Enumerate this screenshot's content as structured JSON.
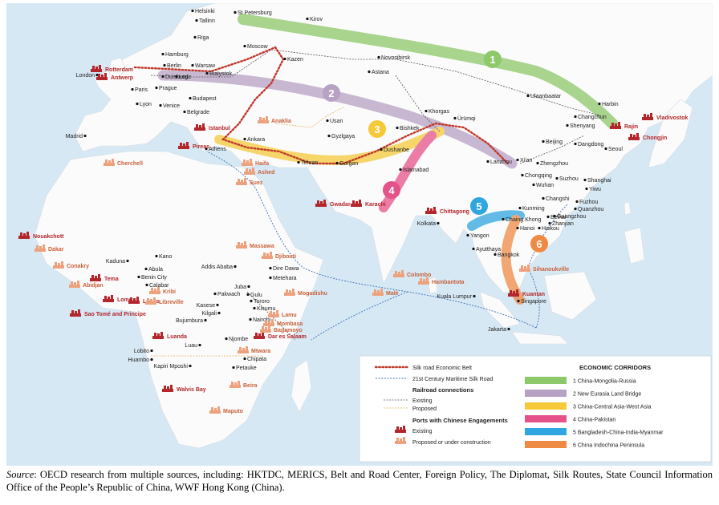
{
  "corridor_numbers": [
    "1",
    "2",
    "3",
    "4",
    "5",
    "6"
  ],
  "corridor_colors": [
    "#8dc86a",
    "#b7a1c4",
    "#f5c93a",
    "#e5528a",
    "#2fa6df",
    "#ef8a45"
  ],
  "cities": [
    {
      "name": "Helsinki"
    },
    {
      "name": "St Petersburg"
    },
    {
      "name": "Tallinn"
    },
    {
      "name": "Kirov"
    },
    {
      "name": "Riga"
    },
    {
      "name": "Moscow"
    },
    {
      "name": "Kazen"
    },
    {
      "name": "Novosibirsk"
    },
    {
      "name": "Hamburg"
    },
    {
      "name": "Berlin"
    },
    {
      "name": "Warsaw"
    },
    {
      "name": "London"
    },
    {
      "name": "Duisburg"
    },
    {
      "name": "Lodz"
    },
    {
      "name": "Bialystok"
    },
    {
      "name": "Paris"
    },
    {
      "name": "Prague"
    },
    {
      "name": "Astana"
    },
    {
      "name": "Lyon"
    },
    {
      "name": "Venice"
    },
    {
      "name": "Budapest"
    },
    {
      "name": "Belgrade"
    },
    {
      "name": "Ulaanbaatar"
    },
    {
      "name": "Harbin"
    },
    {
      "name": "Madrid"
    },
    {
      "name": "Usan"
    },
    {
      "name": "Khorgas"
    },
    {
      "name": "Ürümqi"
    },
    {
      "name": "Changchun"
    },
    {
      "name": "Shenyang"
    },
    {
      "name": "Beijing"
    },
    {
      "name": "Dangdong"
    },
    {
      "name": "Seoul"
    },
    {
      "name": "Ankara"
    },
    {
      "name": "Gyzlgaya"
    },
    {
      "name": "Bishkek"
    },
    {
      "name": "Athens"
    },
    {
      "name": "Dushanbe"
    },
    {
      "name": "Tehran"
    },
    {
      "name": "Gorgan"
    },
    {
      "name": "Xi'an"
    },
    {
      "name": "Lanzhou"
    },
    {
      "name": "Zhengzhou"
    },
    {
      "name": "Islamabad"
    },
    {
      "name": "Chongqing"
    },
    {
      "name": "Suzhou"
    },
    {
      "name": "Shanghai"
    },
    {
      "name": "Wuhan"
    },
    {
      "name": "Yiwu"
    },
    {
      "name": "Changshi"
    },
    {
      "name": "Fuzhou"
    },
    {
      "name": "Kunming"
    },
    {
      "name": "Quanzhou"
    },
    {
      "name": "Guangzhou"
    },
    {
      "name": "Beihai"
    },
    {
      "name": "Zhanjian"
    },
    {
      "name": "Kolkata"
    },
    {
      "name": "Chaing Khong"
    },
    {
      "name": "Hanoi"
    },
    {
      "name": "Haikou"
    },
    {
      "name": "Yangon"
    },
    {
      "name": "Ayutthaya"
    },
    {
      "name": "Bangkok"
    },
    {
      "name": "Kano"
    },
    {
      "name": "Kaduna"
    },
    {
      "name": "Abula"
    },
    {
      "name": "Benin City"
    },
    {
      "name": "Calabar"
    },
    {
      "name": "Addis Ababa"
    },
    {
      "name": "Dire Dawa"
    },
    {
      "name": "Metehara"
    },
    {
      "name": "Juba"
    },
    {
      "name": "Pakwach"
    },
    {
      "name": "Gulu"
    },
    {
      "name": "Tororo"
    },
    {
      "name": "Kasese"
    },
    {
      "name": "Kisumu"
    },
    {
      "name": "Kilgali"
    },
    {
      "name": "Bujumbura"
    },
    {
      "name": "Nairobi"
    },
    {
      "name": "Kuala Lumpur"
    },
    {
      "name": "Singapore"
    },
    {
      "name": "Jakarta"
    },
    {
      "name": "Njombe"
    },
    {
      "name": "Luau"
    },
    {
      "name": "Lobito"
    },
    {
      "name": "Huambo"
    },
    {
      "name": "Kapiri Mposhi"
    },
    {
      "name": "Chipata"
    },
    {
      "name": "Petauke"
    }
  ],
  "ports_existing": [
    {
      "name": "Rotterdam"
    },
    {
      "name": "Antwerp"
    },
    {
      "name": "Istanbul"
    },
    {
      "name": "Pireas"
    },
    {
      "name": "Vladivostok"
    },
    {
      "name": "Rajin"
    },
    {
      "name": "Chongjin"
    },
    {
      "name": "Gwadar"
    },
    {
      "name": "Karachi"
    },
    {
      "name": "Chittagong"
    },
    {
      "name": "Kuantan"
    },
    {
      "name": "Nouakchott"
    },
    {
      "name": "Tema"
    },
    {
      "name": "Lome"
    },
    {
      "name": "Lagos"
    },
    {
      "name": "Sao Tomé and Principe"
    },
    {
      "name": "Luanda"
    },
    {
      "name": "Walvis Bay"
    },
    {
      "name": "Dar es Salaam"
    }
  ],
  "ports_proposed": [
    {
      "name": "Anaklia"
    },
    {
      "name": "Haifa"
    },
    {
      "name": "Ashed"
    },
    {
      "name": "Suez"
    },
    {
      "name": "Cherchell"
    },
    {
      "name": "Dakar"
    },
    {
      "name": "Conakry"
    },
    {
      "name": "Abidjan"
    },
    {
      "name": "Kribi"
    },
    {
      "name": "Libreville"
    },
    {
      "name": "Massawa"
    },
    {
      "name": "Djibouti"
    },
    {
      "name": "Colombo"
    },
    {
      "name": "Hambantota"
    },
    {
      "name": "Malé"
    },
    {
      "name": "Mogadishu"
    },
    {
      "name": "Lamu"
    },
    {
      "name": "Mombasa"
    },
    {
      "name": "Bagamoyo"
    },
    {
      "name": "Mtwara"
    },
    {
      "name": "Beira"
    },
    {
      "name": "Maputo"
    },
    {
      "name": "Sihanoukville"
    }
  ],
  "legend": {
    "silk_road": "Silk road Economic Belt",
    "maritime": "21st Century Maritime Silk Road",
    "railroad_heading": "Railroad connections",
    "rail_existing": "Existing",
    "rail_proposed": "Proposed",
    "ports_heading": "Ports with Chinese Engagements",
    "ports_existing": "Existing",
    "ports_proposed": "Proposed or under construction",
    "corridors_heading": "ECONOMIC CORRIDORS",
    "corridors": [
      {
        "label": "1 China-Mongolia-Russia"
      },
      {
        "label": "2 New Eurasia Land Bridge"
      },
      {
        "label": "3 China-Central Asia-West Asia"
      },
      {
        "label": "4 China-Pakistan"
      },
      {
        "label": "5 Bangladesh-China-India-Myanmar"
      },
      {
        "label": "6 China Indochina Peninsula"
      }
    ]
  },
  "source": {
    "prefix": "Source",
    "text": ": OECD research from multiple sources, including: HKTDC, MERICS, Belt and Road Center, Foreign Policy, The Diplomat, Silk Routes, State Council Information Office of the People’s Republic of China, WWF Hong Kong (China)."
  }
}
